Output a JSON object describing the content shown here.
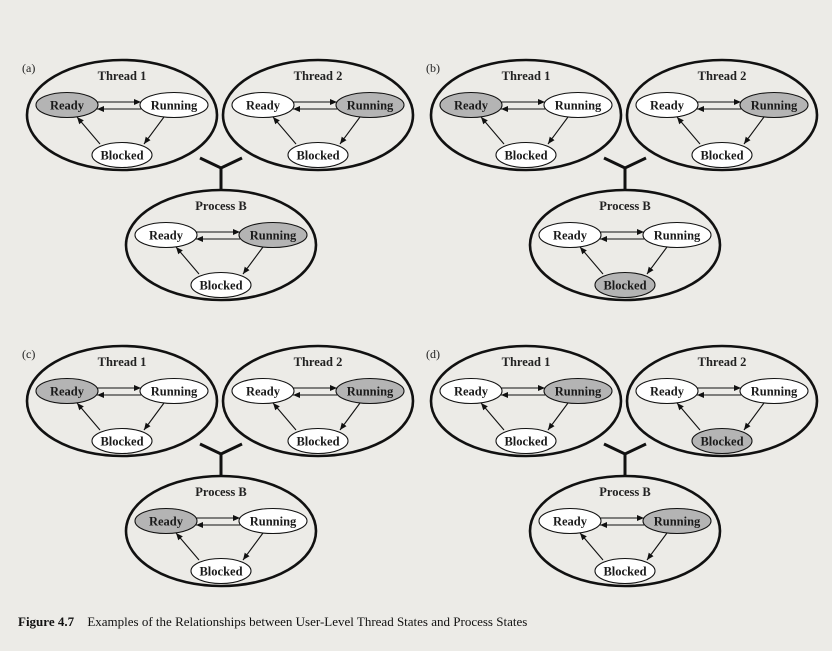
{
  "figure": {
    "number_label": "Figure 4.7",
    "caption": "Examples of the Relationships between User-Level Thread States and Process States"
  },
  "state_names": {
    "ready": "Ready",
    "running": "Running",
    "blocked": "Blocked"
  },
  "colors": {
    "highlight_fill": "#b4b4b4",
    "normal_fill": "#ffffff",
    "stroke": "#111111",
    "background": "#ecebe7"
  },
  "panels": [
    {
      "label": "(a)",
      "groups": [
        {
          "title": "Thread 1",
          "active": "ready"
        },
        {
          "title": "Thread 2",
          "active": "running"
        },
        {
          "title": "Process B",
          "active": "running"
        }
      ]
    },
    {
      "label": "(b)",
      "groups": [
        {
          "title": "Thread 1",
          "active": "ready"
        },
        {
          "title": "Thread 2",
          "active": "running"
        },
        {
          "title": "Process B",
          "active": "blocked"
        }
      ]
    },
    {
      "label": "(c)",
      "groups": [
        {
          "title": "Thread 1",
          "active": "ready"
        },
        {
          "title": "Thread 2",
          "active": "running"
        },
        {
          "title": "Process B",
          "active": "ready"
        }
      ]
    },
    {
      "label": "(d)",
      "groups": [
        {
          "title": "Thread 1",
          "active": "running"
        },
        {
          "title": "Thread 2",
          "active": "blocked"
        },
        {
          "title": "Process B",
          "active": "running"
        }
      ]
    }
  ]
}
